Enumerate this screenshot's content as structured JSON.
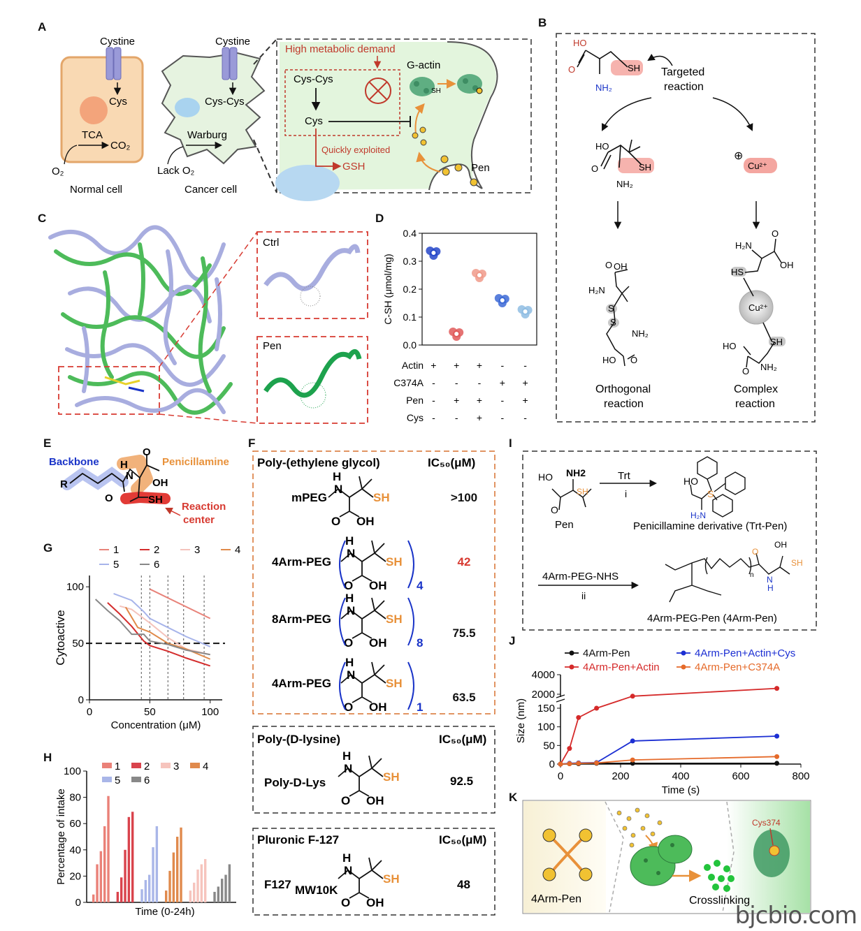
{
  "panels": {
    "A": "A",
    "B": "B",
    "C": "C",
    "D": "D",
    "E": "E",
    "F": "F",
    "G": "G",
    "H": "H",
    "I": "I",
    "J": "J",
    "K": "K"
  },
  "panel_a": {
    "cystine_left": "Cystine",
    "cys": "Cys",
    "tca": "TCA",
    "co2": "CO₂",
    "o2": "O₂",
    "normal_cell": "Normal cell",
    "cystine_right": "Cystine",
    "cys_cys": "Cys-Cys",
    "warburg": "Warburg",
    "lack_o2": "Lack O₂",
    "cancer_cell": "Cancer cell",
    "high_metabolic": "High metabolic demand",
    "inset_cys_cys": "Cys-Cys",
    "inset_cys": "Cys",
    "quickly": "Quickly exploited",
    "gsh": "GSH",
    "g_actin": "G-actin",
    "sh": "SH",
    "pen": "Pen"
  },
  "panel_b": {
    "ho": "HO",
    "sh_top": "SH",
    "nh2_top": "NH₂",
    "targeted": "Targeted",
    "reaction": "reaction",
    "ho_mid": "HO",
    "sh_mid": "SH",
    "nh2_mid": "NH₂",
    "cu": "Cu²⁺",
    "oh1": "OH",
    "h2n1": "H₂N",
    "s1": "S",
    "s2": "S",
    "nh2_b1": "NH₂",
    "ho_b1": "HO",
    "h2n2": "H₂N",
    "oh2": "OH",
    "hs": "HS",
    "cu2": "Cu²⁺",
    "sh2": "SH",
    "ho2": "HO",
    "nh2_b2": "NH₂",
    "orthogonal1": "Orthogonal",
    "orthogonal2": "reaction",
    "complex1": "Complex",
    "complex2": "reaction"
  },
  "panel_c": {
    "ctrl": "Ctrl",
    "pen": "Pen"
  },
  "panel_e": {
    "backbone": "Backbone",
    "penicillamine": "Penicillamine",
    "reaction1": "Reaction",
    "reaction2": "center",
    "r": "R",
    "n": "N",
    "h": "H",
    "oh": "OH",
    "o": "O",
    "sh": "SH"
  },
  "panel_f": {
    "peg_title": "Poly-(ethylene glycol)",
    "ic50": "IC₅₀(μM)",
    "rows": [
      {
        "name": "mPEG",
        "value": ">100",
        "sub": ""
      },
      {
        "name": "4Arm-PEG",
        "value": "42",
        "sub": "4"
      },
      {
        "name": "8Arm-PEG",
        "value": "75.5",
        "sub": "8"
      },
      {
        "name": "4Arm-PEG",
        "value": "63.5",
        "sub": "1"
      }
    ],
    "lys_title": "Poly-(D-lysine)",
    "lys_ic50": "IC₅₀(μM)",
    "lys_name": "Poly-D-Lys",
    "lys_value": "92.5",
    "plu_title": "Pluronic F-127",
    "plu_ic50": "IC₅₀(μM)",
    "plu_name": "F127",
    "plu_sub": "MW10K",
    "plu_value": "48",
    "h": "H",
    "n": "N",
    "sh": "SH",
    "o": "O",
    "oh": "OH"
  },
  "panel_i": {
    "ho": "HO",
    "nh2": "NH2",
    "sh": "SH",
    "o": "O",
    "trt": "Trt",
    "step1": "i",
    "pen": "Pen",
    "derivative": "Penicillamine derivative (Trt-Pen)",
    "ho2": "HO",
    "s": "S",
    "h2n": "H₂N",
    "reagent": "4Arm-PEG-NHS",
    "step2": "ii",
    "product": "4Arm-PEG-Pen (4Arm-Pen)",
    "n_sub": "n",
    "nh": "N",
    "h": "H",
    "oh": "OH",
    "sh2": "SH"
  },
  "panel_k": {
    "arm": "4Arm-Pen",
    "crosslinking": "Crosslinking",
    "cys374": "Cys374"
  },
  "watermark": "bjcbio.com",
  "colors": {
    "red": "#d73a31",
    "orange": "#e8913a",
    "blue": "#1a34c8",
    "pink": "#f4a6a0",
    "green": "#4dbb5a",
    "lav": "#a8addf"
  },
  "chart_data": [
    {
      "id": "D",
      "type": "scatter",
      "ylabel": "C-SH (μmol/mg)",
      "ylim": [
        0,
        0.4
      ],
      "yticks": [
        "0.0",
        "0.1",
        "0.2",
        "0.3",
        "0.4"
      ],
      "groups": [
        {
          "actin": "+",
          "c374a": "-",
          "pen": "-",
          "cys": "-",
          "value": 0.33,
          "color": "#2647c9"
        },
        {
          "actin": "+",
          "c374a": "-",
          "pen": "+",
          "cys": "-",
          "value": 0.04,
          "color": "#e05a5a"
        },
        {
          "actin": "+",
          "c374a": "-",
          "pen": "+",
          "cys": "+",
          "value": 0.25,
          "color": "#f09a8a"
        },
        {
          "actin": "-",
          "c374a": "+",
          "pen": "-",
          "cys": "-",
          "value": 0.16,
          "color": "#3d6ad6"
        },
        {
          "actin": "-",
          "c374a": "+",
          "pen": "+",
          "cys": "-",
          "value": 0.12,
          "color": "#8fbde3"
        }
      ],
      "row_labels": [
        "Actin",
        "C374A",
        "Pen",
        "Cys"
      ]
    },
    {
      "id": "G",
      "type": "line",
      "xlabel": "Concentration (μM)",
      "ylabel": "Cytoactive",
      "xlim": [
        0,
        110
      ],
      "ylim": [
        0,
        110
      ],
      "xticks": [
        "0",
        "50",
        "100"
      ],
      "yticks": [
        "0",
        "50",
        "100"
      ],
      "series": [
        {
          "name": "1",
          "color": "#e8837a",
          "x": [
            50,
            100
          ],
          "y": [
            98,
            72
          ]
        },
        {
          "name": "2",
          "color": "#d42d2d",
          "x": [
            15,
            25,
            35,
            45,
            50,
            65,
            80,
            100
          ],
          "y": [
            86,
            76,
            65,
            52,
            48,
            43,
            37,
            30
          ]
        },
        {
          "name": "3",
          "color": "#f4c3bc",
          "x": [
            25,
            35,
            45,
            50,
            65,
            80,
            100
          ],
          "y": [
            83,
            80,
            72,
            68,
            55,
            45,
            40
          ]
        },
        {
          "name": "4",
          "color": "#e08a4a",
          "x": [
            30,
            40,
            50,
            65,
            80,
            100
          ],
          "y": [
            82,
            64,
            60,
            50,
            45,
            36
          ]
        },
        {
          "name": "5",
          "color": "#a7b4ea",
          "x": [
            20,
            35,
            45,
            50,
            65,
            80,
            100
          ],
          "y": [
            94,
            88,
            78,
            72,
            64,
            56,
            47
          ]
        },
        {
          "name": "6",
          "color": "#888888",
          "x": [
            5,
            15,
            25,
            35,
            45,
            50,
            65,
            80,
            100
          ],
          "y": [
            89,
            79,
            70,
            58,
            58,
            52,
            49,
            44,
            40
          ]
        }
      ],
      "reference_line": 50,
      "vlines": [
        43,
        50,
        65,
        78,
        95
      ]
    },
    {
      "id": "H",
      "type": "bar",
      "xlabel": "Time (0-24h)",
      "ylabel": "Percentage of intake",
      "ylim": [
        0,
        100
      ],
      "yticks": [
        "0",
        "20",
        "40",
        "60",
        "80",
        "100"
      ],
      "series": [
        {
          "name": "1",
          "color": "#ea8178",
          "values": [
            6,
            29,
            39,
            58,
            81
          ]
        },
        {
          "name": "2",
          "color": "#d9434c",
          "values": [
            8,
            19,
            40,
            65,
            69
          ]
        },
        {
          "name": "3",
          "color": "#f6c4bd",
          "values": [
            9,
            15,
            25,
            29,
            33
          ]
        },
        {
          "name": "4",
          "color": "#e08a4d",
          "values": [
            9,
            24,
            38,
            50,
            57
          ]
        },
        {
          "name": "5",
          "color": "#a9b6e8",
          "values": [
            10,
            17,
            21,
            42,
            58
          ]
        },
        {
          "name": "6",
          "color": "#888888",
          "values": [
            8,
            12,
            18,
            21,
            29
          ]
        }
      ]
    },
    {
      "id": "J",
      "type": "line",
      "xlabel": "Time (s)",
      "ylabel": "Size (nm)",
      "xlim": [
        0,
        800
      ],
      "xticks": [
        "0",
        "200",
        "400",
        "600",
        "800"
      ],
      "yticks": [
        "0",
        "50",
        "100",
        "150",
        "2000",
        "4000"
      ],
      "series": [
        {
          "name": "4Arm-Pen",
          "color": "#111111",
          "x": [
            0,
            30,
            60,
            120,
            240,
            720
          ],
          "y": [
            0,
            1,
            1,
            2,
            2,
            2
          ]
        },
        {
          "name": "4Arm-Pen+Actin+Cys",
          "color": "#1c2fd3",
          "x": [
            0,
            30,
            60,
            120,
            240,
            720
          ],
          "y": [
            0,
            2,
            3,
            4,
            62,
            75
          ]
        },
        {
          "name": "4Arm-Pen+Actin",
          "color": "#d52a2a",
          "x": [
            0,
            30,
            60,
            120,
            240,
            720
          ],
          "y": [
            0,
            42,
            125,
            150,
            1800,
            2600
          ]
        },
        {
          "name": "4Arm-Pen+C374A",
          "color": "#e56a2a",
          "x": [
            0,
            30,
            60,
            120,
            240,
            720
          ],
          "y": [
            0,
            1,
            2,
            3,
            11,
            20
          ]
        }
      ]
    }
  ]
}
